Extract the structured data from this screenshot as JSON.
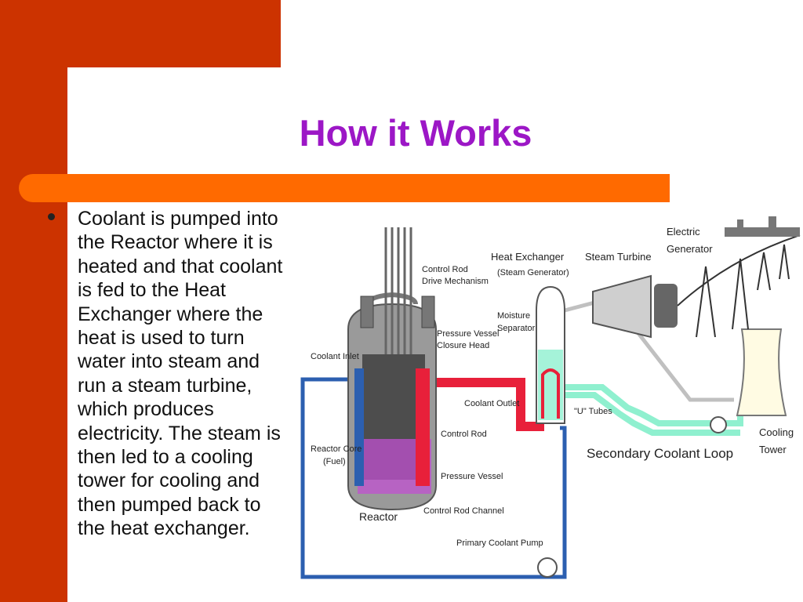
{
  "slide": {
    "title": "How it Works",
    "bullet": "Coolant is pumped into the Reactor where it is heated and that coolant is fed to the Heat Exchanger where the heat is used to turn water into steam and run a steam turbine, which produces electricity. The steam is then led to a cooling tower for cooling and then pumped back to the heat exchanger."
  },
  "diagram": {
    "labels": {
      "control_rod_drive_line1": "Control Rod",
      "control_rod_drive_line2": "Drive Mechanism",
      "heat_exchanger": "Heat Exchanger",
      "steam_generator": "(Steam Generator)",
      "steam_turbine": "Steam Turbine",
      "electric_line1": "Electric",
      "electric_line2": "Generator",
      "moisture_line1": "Moisture",
      "moisture_line2": "Separator",
      "closure_line1": "Pressure Vessel",
      "closure_line2": "Closure Head",
      "coolant_inlet": "Coolant Inlet",
      "coolant_outlet": "Coolant Outlet",
      "u_tubes": "\"U\" Tubes",
      "control_rod": "Control Rod",
      "reactor_core_line1": "Reactor Core",
      "reactor_core_line2": "(Fuel)",
      "pressure_vessel": "Pressure Vessel",
      "reactor": "Reactor",
      "control_rod_channel": "Control Rod Channel",
      "secondary_loop": "Secondary Coolant Loop",
      "cooling_line1": "Cooling",
      "cooling_line2": "Tower",
      "primary_pump": "Primary Coolant Pump"
    },
    "colors": {
      "cold_coolant": "#2c5fb0",
      "hot_coolant": "#e8203a",
      "secondary_coolant": "#8ff0cf",
      "core": "#c050d0",
      "vessel": "#9a9a9a"
    }
  }
}
